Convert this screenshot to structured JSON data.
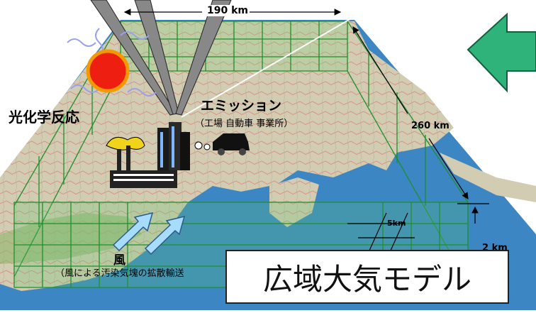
{
  "labels": {
    "width_km": "190 km",
    "depth_km": "260 km",
    "grid_km": "5km",
    "height_km": "2 km",
    "photochem": "光化学反応",
    "emission": "エミッション",
    "emission_sub": "（工場 自動車 事業所）",
    "wind": "風",
    "wind_sub": "（風による汚染気塊の拡散輸送"
  },
  "title": "広域大気モデル",
  "colors": {
    "sea": "#3d86c4",
    "land": "#cfcab0",
    "grid": "#1f8f2a",
    "arrow": "#2fb37a",
    "sun": "#ee1f10"
  },
  "icons": [
    "sun-icon",
    "factory-icon",
    "buildings-icon",
    "car-icon",
    "wind-arrow-icon",
    "green-arrow-icon"
  ]
}
